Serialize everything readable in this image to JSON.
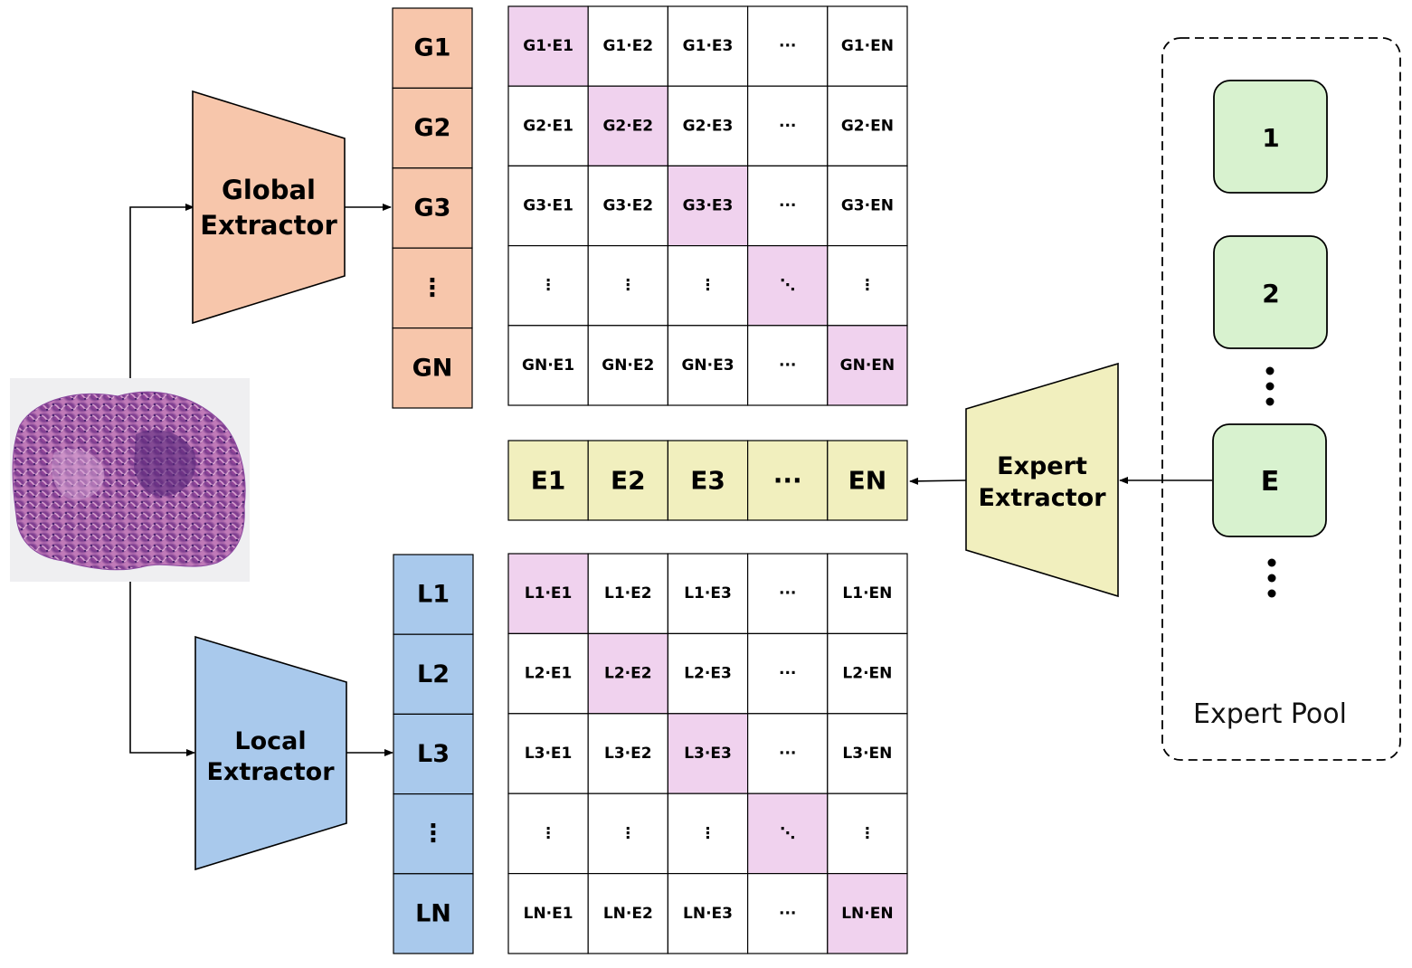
{
  "colors": {
    "global": "#f7c6ab",
    "local": "#a9c9ec",
    "expert": "#f1efbe",
    "diag": "#f0d2ee",
    "pool_box": "#d8f2cf",
    "grid": "#000000"
  },
  "global_extractor": {
    "line1": "Global",
    "line2": "Extractor"
  },
  "local_extractor": {
    "line1": "Local",
    "line2": "Extractor"
  },
  "expert_extractor": {
    "line1": "Expert",
    "line2": "Extractor"
  },
  "global_features": [
    "G1",
    "G2",
    "G3",
    "⋮",
    "GN"
  ],
  "local_features": [
    "L1",
    "L2",
    "L3",
    "⋮",
    "LN"
  ],
  "expert_features": [
    "E1",
    "E2",
    "E3",
    "···",
    "EN"
  ],
  "global_matrix": [
    [
      "G1·E1",
      "G1·E2",
      "G1·E3",
      "···",
      "G1·EN"
    ],
    [
      "G2·E1",
      "G2·E2",
      "G2·E3",
      "···",
      "G2·EN"
    ],
    [
      "G3·E1",
      "G3·E2",
      "G3·E3",
      "···",
      "G3·EN"
    ],
    [
      "⋮",
      "⋮",
      "⋮",
      "⋱",
      "⋮"
    ],
    [
      "GN·E1",
      "GN·E2",
      "GN·E3",
      "···",
      "GN·EN"
    ]
  ],
  "local_matrix": [
    [
      "L1·E1",
      "L1·E2",
      "L1·E3",
      "···",
      "L1·EN"
    ],
    [
      "L2·E1",
      "L2·E2",
      "L2·E3",
      "···",
      "L2·EN"
    ],
    [
      "L3·E1",
      "L3·E2",
      "L3·E3",
      "···",
      "L3·EN"
    ],
    [
      "⋮",
      "⋮",
      "⋮",
      "⋱",
      "⋮"
    ],
    [
      "LN·E1",
      "LN·E2",
      "LN·E3",
      "···",
      "LN·EN"
    ]
  ],
  "expert_pool": {
    "label": "Expert Pool",
    "items": [
      "1",
      "2",
      "E"
    ]
  }
}
